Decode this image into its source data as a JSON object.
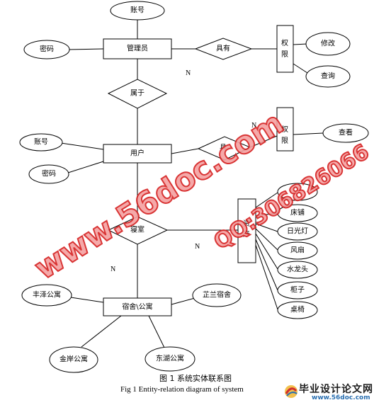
{
  "entities": {
    "admin": "管理员",
    "user": "用户",
    "room": "寝室",
    "dorm": "宿舍\\公寓",
    "perm_top": "权限",
    "perm_mid": "权限",
    "asset": "资产"
  },
  "relationships": {
    "has": "具有",
    "belongs": "属于",
    "mid": "具"
  },
  "attributes": {
    "admin_account": "账号",
    "admin_password": "密码",
    "modify": "修改",
    "query": "查询",
    "user_account": "账号",
    "user_password": "密码",
    "view": "查看",
    "bed": "床铺",
    "lamp": "日光灯",
    "fan": "风扇",
    "tap": "水龙头",
    "cabinet": "柜子",
    "desk": "桌椅",
    "dorm1": "丰泽公寓",
    "dorm2": "芷兰宿舍",
    "dorm3": "金岸公寓",
    "dorm4": "东湖公寓"
  },
  "cardinalities": {
    "n1": "N",
    "n2": "N",
    "n3": "N",
    "n4": "N"
  },
  "caption": {
    "cn": "图 1    系统实体联系图",
    "en": "Fig 1    Entity-relation diagram of system"
  },
  "watermark": {
    "main": "www.56doc.com",
    "qq": "QQ:306826066"
  },
  "logo": {
    "title": "毕业设计论文网",
    "url": "www.56doc.com"
  },
  "colors": {
    "line": "#000000",
    "watermark_fill": "#f4a0a0",
    "watermark_stroke": "#d52020",
    "logo_blue": "#2a6fb0"
  }
}
